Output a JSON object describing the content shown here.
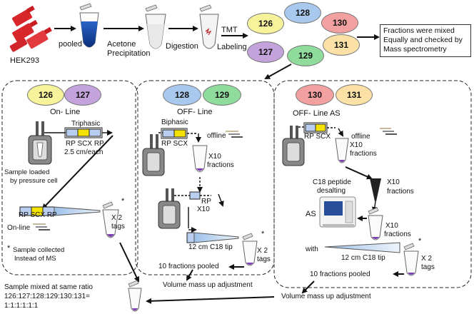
{
  "workflow": {
    "source": "HEK293",
    "step_pooled": "pooled",
    "step_acetone": "Acetone",
    "step_precip": "Precipitation",
    "step_digestion": "Digestion",
    "step_tmt": "TMT",
    "step_labeling": "Labeling",
    "result_box": [
      "Fractions were mixed",
      "Equally and checked by",
      "Mass spectrometry"
    ]
  },
  "tags": {
    "t126": "126",
    "t127": "127",
    "t128": "128",
    "t129": "129",
    "t130": "130",
    "t131": "131"
  },
  "colors": {
    "126": "#f6f39a",
    "127": "#c4a3dc",
    "128": "#a9c8ee",
    "129": "#8fdc9c",
    "130": "#f2a0a0",
    "131": "#fbe1a6"
  },
  "panel_online": {
    "title": "On- Line",
    "triphasic": "Triphasic",
    "cols": "RP SCX RP",
    "length": "2.5 cm/each",
    "loaded1": "Sample loaded",
    "loaded2": "by pressure cell",
    "column2": "RP SCX RP",
    "online": "On-line",
    "x2": "X 2",
    "tags": "tags",
    "note1": "Sample collected",
    "note2": "Instead of MS"
  },
  "panel_offline": {
    "title": "OFF- Line",
    "biphasic": "Biphasic",
    "cols": "RP SCX",
    "offline": "offline",
    "x10": "X10",
    "fractions": "fractions",
    "rp": "RP",
    "rp_x10": "X10",
    "tip": "12 cm C18 tip",
    "x2": "X 2",
    "tags": "tags",
    "pooled": "10 fractions pooled"
  },
  "panel_as": {
    "title": "OFF- Line AS",
    "cols": "RP SCX",
    "offline": "offline",
    "x10": "X10",
    "fractions": "fractions",
    "desalt1": "C18 peptide",
    "desalt2": "desalting",
    "x10b": "X10",
    "fractionsb": "fractions",
    "as": "AS",
    "x10c": "X10",
    "fractionsc": "fractions",
    "with": "with",
    "tip": "12 cm C18 tip",
    "x2": "X 2",
    "tags": "tags",
    "pooled": "10 fractions pooled"
  },
  "bottom": {
    "adjust_mid": "Volume mass up adjustment",
    "adjust_right": "Volume mass up adjustment",
    "mix1": "Sample mixed at same ratio",
    "mix2": "126:127:128:129:130:131=",
    "mix3": "1:1:1:1:1:1"
  },
  "asterisk": "*"
}
